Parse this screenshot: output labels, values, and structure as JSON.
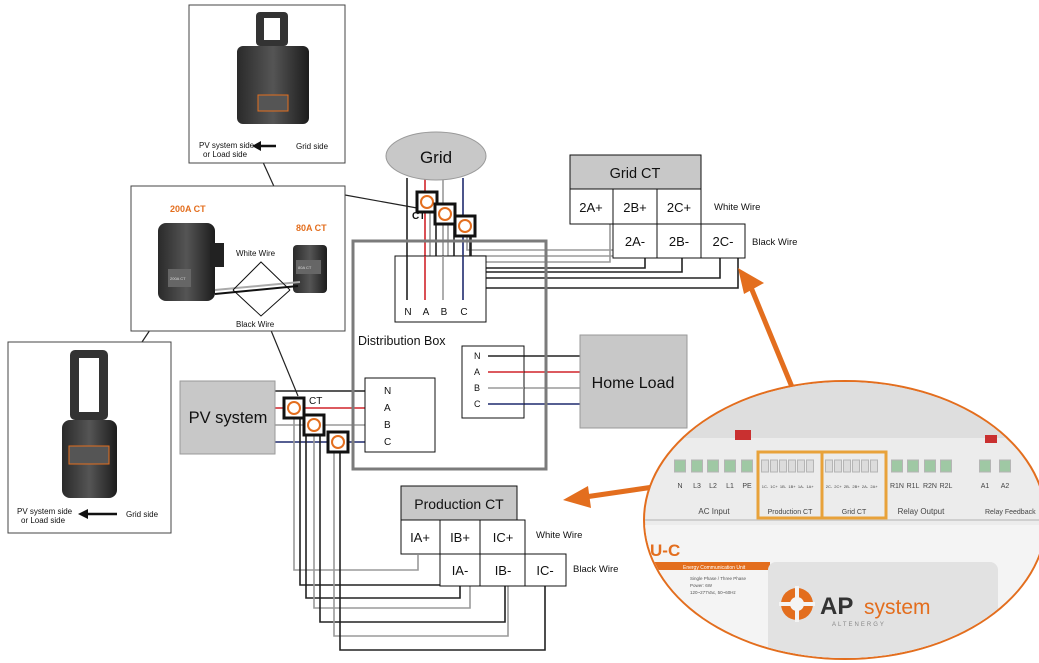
{
  "grid": {
    "label": "Grid"
  },
  "grid_ct": {
    "title": "Grid CT",
    "top_row": [
      "2A+",
      "2B+",
      "2C+"
    ],
    "bottom_row": [
      "2A-",
      "2B-",
      "2C-"
    ],
    "white_wire": "White Wire",
    "black_wire": "Black Wire"
  },
  "production_ct": {
    "title": "Production CT",
    "top_row": [
      "IA+",
      "IB+",
      "IC+"
    ],
    "bottom_row": [
      "IA-",
      "IB-",
      "IC-"
    ],
    "white_wire": "White Wire",
    "black_wire": "Black Wire"
  },
  "distribution_box": {
    "label": "Distribution Box",
    "top_terminals": [
      "N",
      "A",
      "B",
      "C"
    ],
    "pv_terminals": [
      "N",
      "A",
      "B",
      "C"
    ],
    "home_terminals": [
      "N",
      "A",
      "B",
      "C"
    ]
  },
  "pv_system": {
    "label": "PV system",
    "ct_label": "CT"
  },
  "home_load": {
    "label": "Home Load"
  },
  "grid_ct_marker": "CT",
  "photo_top": {
    "left_label_1": "PV system side",
    "left_label_2": "or Load side",
    "right_label": "Grid side"
  },
  "photo_left": {
    "left_label_1": "PV system side",
    "left_label_2": "or Load side",
    "right_label": "Grid side"
  },
  "ct_types": {
    "big": "200A CT",
    "small": "80A CT",
    "white_wire": "White Wire",
    "black_wire": "Black Wire",
    "big_sticker": "200A CT",
    "small_sticker": "80A CT"
  },
  "device": {
    "terminals": [
      "N",
      "L3",
      "L2",
      "L1",
      "PE",
      "1C-",
      "1C+",
      "1B-",
      "1B+",
      "1A-",
      "1A+",
      "2C-",
      "2C+",
      "2B-",
      "2B+",
      "2A-",
      "2A+",
      "R1N",
      "R1L",
      "R2N",
      "R2L",
      "A1",
      "A2"
    ],
    "groups": [
      "AC Input",
      "Production CT",
      "Grid CT",
      "Relay Output",
      "Relay Feedback"
    ],
    "model_fragment": "U-C",
    "brand_prefix": "AP",
    "brand_suffix": "system",
    "brand_sub": "ALTENERGY",
    "strip_text": "Energy Communication Unit",
    "spec_lines": [
      "Single Phase / Three Phase",
      "Power: 6W",
      "120~277Vac, 50~60Hz"
    ]
  },
  "colors": {
    "wire_red": "#d0242a",
    "wire_navy": "#1f2a6e",
    "wire_gray": "#9a9a9a",
    "accent_orange": "#e36e1e",
    "panel_gray": "#c8c8c8",
    "box_border": "#7b7b7b"
  }
}
